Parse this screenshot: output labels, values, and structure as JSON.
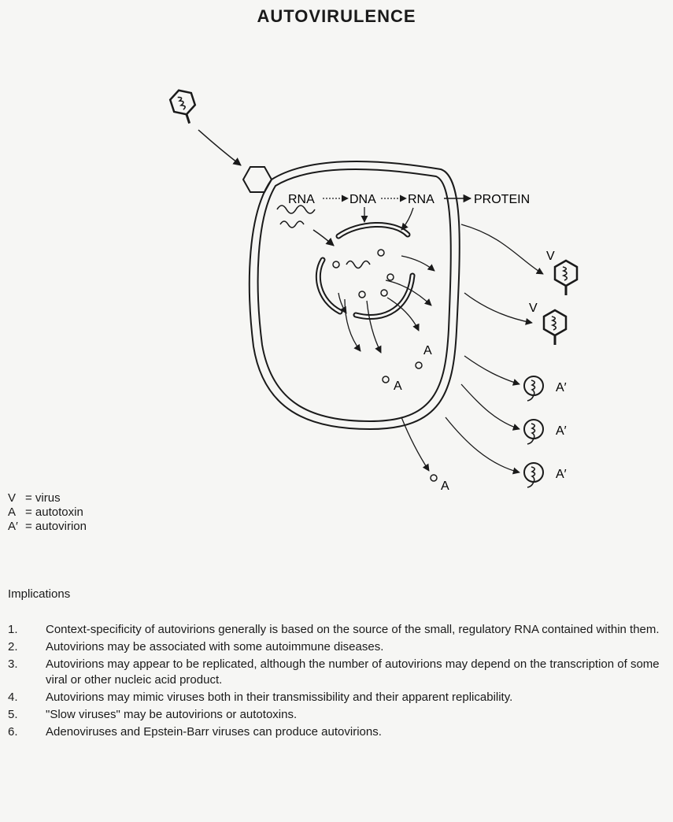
{
  "title": "AUTOVIRULENCE",
  "diagram": {
    "pathway": {
      "rna1": "RNA",
      "dna": "DNA",
      "rna2": "RNA",
      "protein": "PROTEIN"
    },
    "label_v": "V",
    "label_a": "A",
    "label_a_prime": "A′"
  },
  "legend": [
    {
      "symbol": "V",
      "text": "= virus"
    },
    {
      "symbol": "A",
      "text": "= autotoxin"
    },
    {
      "symbol": "A′",
      "text": "= autovirion"
    }
  ],
  "implications": {
    "heading": "Implications",
    "items": [
      {
        "num": "1.",
        "text": "Context-specificity of autovirions generally is based on the source of the small, regulatory RNA contained within them."
      },
      {
        "num": "2.",
        "text": "Autovirions may be associated with some autoimmune diseases."
      },
      {
        "num": "3.",
        "text": "Autovirions may appear to be replicated, although the number of autovirions may depend on the transcription of some viral or other nucleic acid product."
      },
      {
        "num": "4.",
        "text": "Autovirions may mimic viruses both in their transmissibility and their apparent replicability."
      },
      {
        "num": "5.",
        "text": "\"Slow viruses\" may be autovirions or autotoxins."
      },
      {
        "num": "6.",
        "text": "Adenoviruses and Epstein-Barr viruses can produce autovirions."
      }
    ]
  }
}
